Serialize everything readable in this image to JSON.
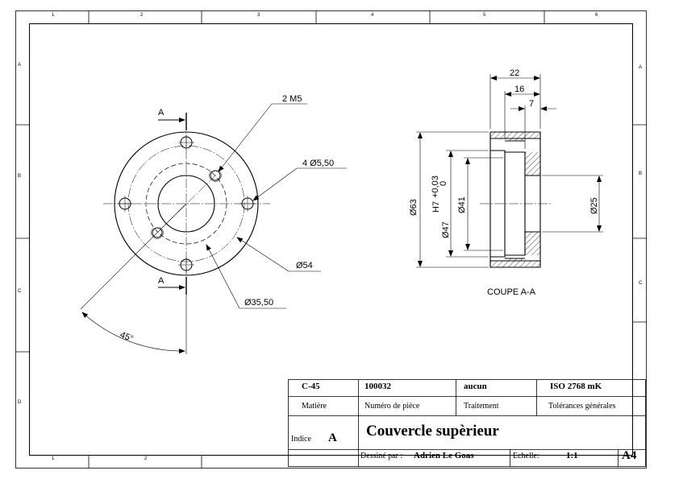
{
  "frame": {
    "top_columns": [
      "1",
      "2",
      "3",
      "4",
      "5",
      "6"
    ],
    "bottom_columns": [
      "1",
      "2"
    ],
    "left_rows": [
      "A",
      "B",
      "C",
      "D"
    ],
    "right_rows": [
      "A",
      "B",
      "C"
    ]
  },
  "front_view": {
    "section_letter_top": "A",
    "section_letter_bottom": "A",
    "callouts": {
      "thread_holes": "2 M5",
      "clearance_holes": "4 Ø5,50",
      "outer_diameter": "Ø54",
      "bolt_circle": "Ø35,50",
      "angle": "45°"
    }
  },
  "section_view": {
    "caption": "COUPE A-A",
    "dims": {
      "width_22": "22",
      "width_16": "16",
      "width_7": "7",
      "dia_63": "Ø63",
      "fit_h7": "H7",
      "tol_upper": "+0,03",
      "tol_lower": "0",
      "dia_47": "Ø47",
      "dia_41": "Ø41",
      "dia_25": "Ø25"
    }
  },
  "title_block": {
    "material_value": "C-45",
    "part_number_value": "100032",
    "treatment_value": "aucun",
    "tolerance_value": "ISO 2768 mK",
    "material_label": "Matière",
    "part_number_label": "Numéro de pièce",
    "treatment_label": "Traitement",
    "tolerance_label": "Tolérances générales",
    "index_label": "Indice",
    "index_value": "A",
    "title": "Couvercle supèrieur",
    "drawn_by_label": "Dessiné par :",
    "drawn_by_value": "Adrien Le Goas",
    "scale_label": "Echelle:",
    "scale_value": "1:1",
    "format": "A4"
  }
}
